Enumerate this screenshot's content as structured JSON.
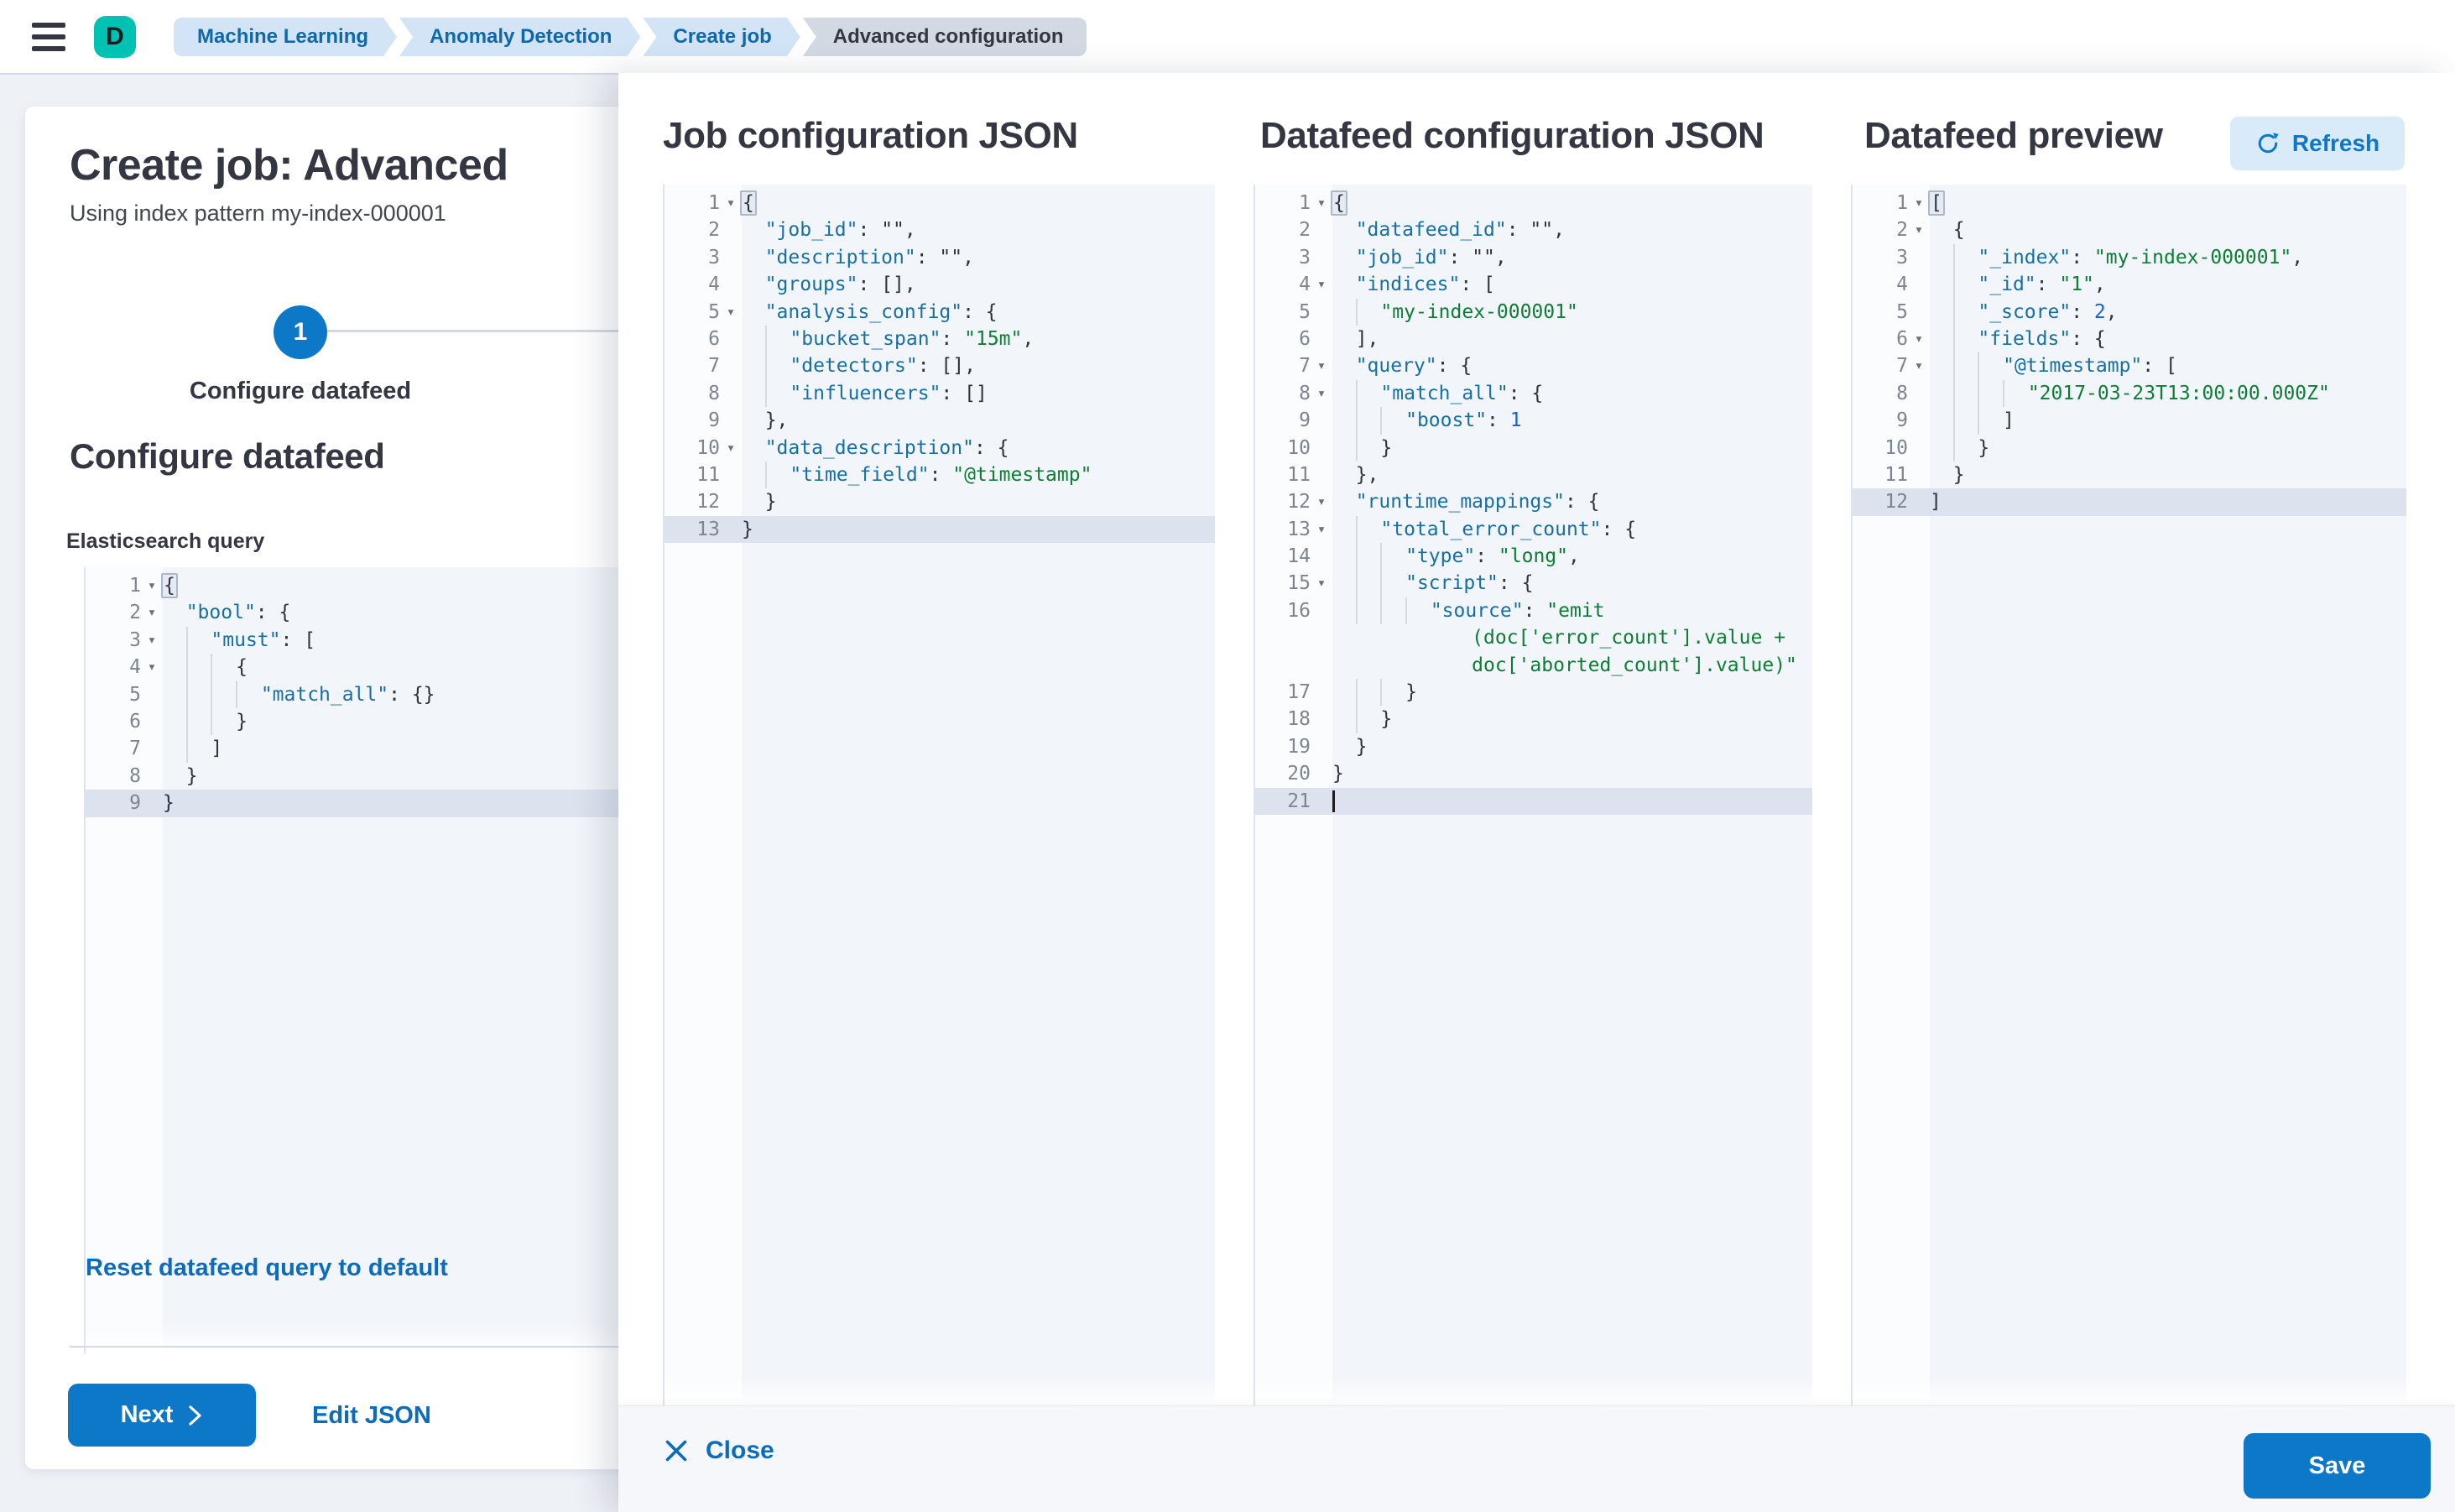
{
  "header": {
    "avatar_letter": "D",
    "breadcrumbs": [
      {
        "label": "Machine Learning"
      },
      {
        "label": "Anomaly Detection"
      },
      {
        "label": "Create job"
      },
      {
        "label": "Advanced configuration"
      }
    ]
  },
  "wizard": {
    "title": "Create job: Advanced",
    "subtitle": "Using index pattern my-index-000001",
    "step_number": "1",
    "step_label": "Configure datafeed",
    "section_heading": "Configure datafeed",
    "query_label": "Elasticsearch query",
    "reset_link": "Reset datafeed query to default",
    "next_label": "Next",
    "edit_json_label": "Edit JSON"
  },
  "flyout": {
    "col1_title": "Job configuration JSON",
    "col2_title": "Datafeed configuration JSON",
    "col3_title": "Datafeed preview",
    "refresh_label": "Refresh",
    "close_label": "Close",
    "save_label": "Save"
  },
  "colors": {
    "accent_blue": "#0d77c8",
    "link_blue": "#0b6bbd",
    "avatar_teal": "#00c2b2",
    "breadcrumb_blue_bg": "#d2e4f5",
    "breadcrumb_gray_bg": "#d3d9e2",
    "syntax_key": "#1770a0",
    "syntax_string": "#0d7d35",
    "syntax_number": "#1c61c6",
    "active_line": "#dce3ee"
  },
  "editors": {
    "es_query": {
      "rows": [
        {
          "n": "1",
          "fold": true,
          "box": true,
          "t": "{"
        },
        {
          "n": "2",
          "fold": true,
          "t": "  \"bool\": {"
        },
        {
          "n": "3",
          "fold": true,
          "t": "    \"must\": ["
        },
        {
          "n": "4",
          "fold": true,
          "t": "      {"
        },
        {
          "n": "5",
          "t": "        \"match_all\": {}"
        },
        {
          "n": "6",
          "t": "      }"
        },
        {
          "n": "7",
          "t": "    ]"
        },
        {
          "n": "8",
          "t": "  }"
        },
        {
          "n": "9",
          "hl": true,
          "t": "}"
        }
      ]
    },
    "job_config": {
      "rows": [
        {
          "n": "1",
          "fold": true,
          "box": true,
          "t": "{"
        },
        {
          "n": "2",
          "t": "  \"job_id\": \"\","
        },
        {
          "n": "3",
          "t": "  \"description\": \"\","
        },
        {
          "n": "4",
          "t": "  \"groups\": [],"
        },
        {
          "n": "5",
          "fold": true,
          "t": "  \"analysis_config\": {"
        },
        {
          "n": "6",
          "t": "    \"bucket_span\": \"15m\","
        },
        {
          "n": "7",
          "t": "    \"detectors\": [],"
        },
        {
          "n": "8",
          "t": "    \"influencers\": []"
        },
        {
          "n": "9",
          "t": "  },"
        },
        {
          "n": "10",
          "fold": true,
          "t": "  \"data_description\": {"
        },
        {
          "n": "11",
          "t": "    \"time_field\": \"@timestamp\""
        },
        {
          "n": "12",
          "t": "  }"
        },
        {
          "n": "13",
          "hl": true,
          "t": "}"
        }
      ]
    },
    "datafeed_config": {
      "rows": [
        {
          "n": "1",
          "fold": true,
          "box": true,
          "t": "{"
        },
        {
          "n": "2",
          "t": "  \"datafeed_id\": \"\","
        },
        {
          "n": "3",
          "t": "  \"job_id\": \"\","
        },
        {
          "n": "4",
          "fold": true,
          "t": "  \"indices\": ["
        },
        {
          "n": "5",
          "t": "    \"my-index-000001\""
        },
        {
          "n": "6",
          "t": "  ],"
        },
        {
          "n": "7",
          "fold": true,
          "t": "  \"query\": {"
        },
        {
          "n": "8",
          "fold": true,
          "t": "    \"match_all\": {"
        },
        {
          "n": "9",
          "t": "      \"boost\": 1"
        },
        {
          "n": "10",
          "t": "    }"
        },
        {
          "n": "11",
          "t": "  },"
        },
        {
          "n": "12",
          "fold": true,
          "t": "  \"runtime_mappings\": {"
        },
        {
          "n": "13",
          "fold": true,
          "t": "    \"total_error_count\": {"
        },
        {
          "n": "14",
          "t": "      \"type\": \"long\","
        },
        {
          "n": "15",
          "fold": true,
          "t": "      \"script\": {"
        },
        {
          "n": "16",
          "t": "        \"source\": \"emit"
        },
        {
          "n": "",
          "g": false,
          "cls": "s",
          "t": "            (doc['error_count'].value +"
        },
        {
          "n": "",
          "g": false,
          "cls": "s",
          "t": "            doc['aborted_count'].value)\""
        },
        {
          "n": "17",
          "t": "      }"
        },
        {
          "n": "18",
          "t": "    }"
        },
        {
          "n": "19",
          "t": "  }"
        },
        {
          "n": "20",
          "t": "}"
        },
        {
          "n": "21",
          "hl": true,
          "cur": true,
          "t": ""
        }
      ]
    },
    "datafeed_preview": {
      "rows": [
        {
          "n": "1",
          "fold": true,
          "box": true,
          "t": "["
        },
        {
          "n": "2",
          "fold": true,
          "t": "  {"
        },
        {
          "n": "3",
          "t": "    \"_index\": \"my-index-000001\","
        },
        {
          "n": "4",
          "t": "    \"_id\": \"1\","
        },
        {
          "n": "5",
          "t": "    \"_score\": 2,"
        },
        {
          "n": "6",
          "fold": true,
          "t": "    \"fields\": {"
        },
        {
          "n": "7",
          "fold": true,
          "t": "      \"@timestamp\": ["
        },
        {
          "n": "8",
          "t": "        \"2017-03-23T13:00:00.000Z\""
        },
        {
          "n": "9",
          "t": "      ]"
        },
        {
          "n": "10",
          "t": "    }"
        },
        {
          "n": "11",
          "t": "  }"
        },
        {
          "n": "12",
          "hl": true,
          "t": "]"
        }
      ]
    }
  }
}
